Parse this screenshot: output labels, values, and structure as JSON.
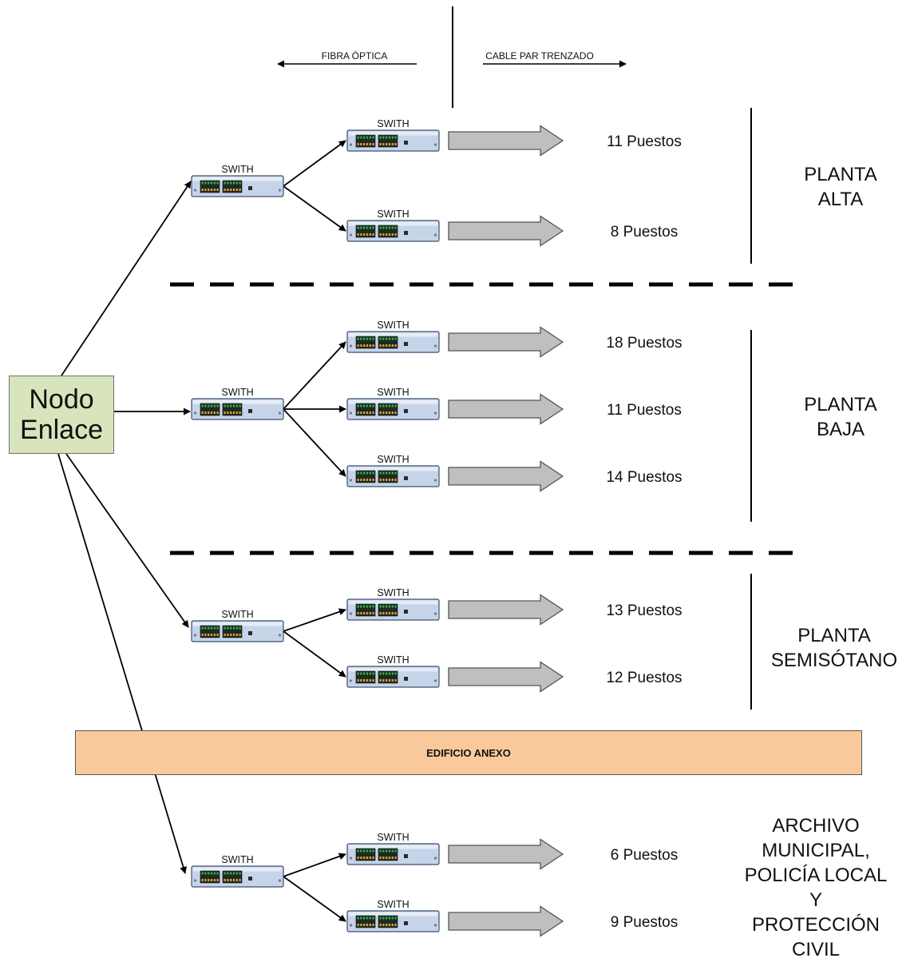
{
  "header": {
    "fiber_label": "FIBRA ÓPTICA",
    "cable_label": "CABLE PAR TRENZADO"
  },
  "node": {
    "line1": "Nodo",
    "line2": "Enlace"
  },
  "switch_label": "SWITH",
  "annex_label": "EDIFICIO ANEXO",
  "floors": [
    {
      "lines": [
        "PLANTA",
        "ALTA"
      ]
    },
    {
      "lines": [
        "PLANTA",
        "BAJA"
      ]
    },
    {
      "lines": [
        "PLANTA",
        "SEMISÓTANO"
      ]
    },
    {
      "lines": [
        "ARCHIVO",
        "MUNICIPAL,",
        "POLICÍA LOCAL",
        "Y",
        "PROTECCIÓN",
        "CIVIL"
      ]
    }
  ],
  "groups": [
    {
      "outputs": [
        "11 Puestos",
        "8 Puestos"
      ]
    },
    {
      "outputs": [
        "18 Puestos",
        "11 Puestos",
        "14 Puestos"
      ]
    },
    {
      "outputs": [
        "13 Puestos",
        "12 Puestos"
      ]
    },
    {
      "outputs": [
        "6 Puestos",
        "9 Puestos"
      ]
    }
  ],
  "colors": {
    "node_fill": "#d8e4bc",
    "annex_fill": "#fac99b",
    "switch_fill": "#c6d4ea",
    "arrow_fill": "#bfbfbf",
    "line": "#000000"
  }
}
